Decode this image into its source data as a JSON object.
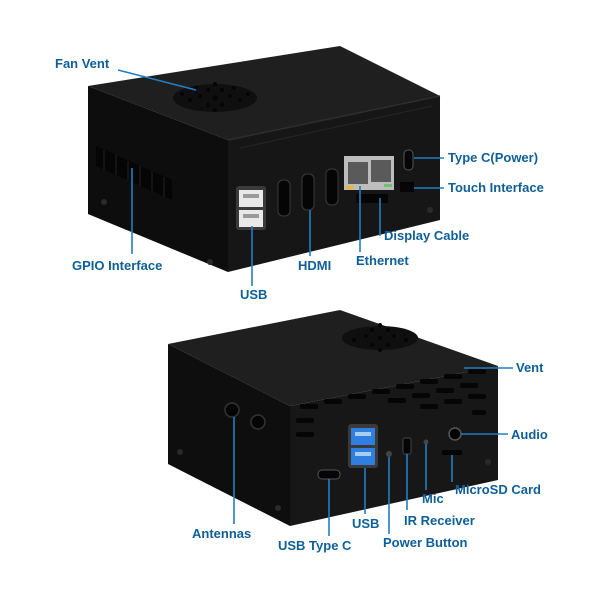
{
  "colors": {
    "label": "#0f5f97",
    "leader": "#1f7fc4",
    "case_top": "#1d1d1d",
    "case_side": "#0b0b0b",
    "case_front": "#151515",
    "usb_blue": "#2f7fe0",
    "ethernet": "#cfcfcf",
    "background": "#ffffff"
  },
  "labels": {
    "fan_vent": "Fan Vent",
    "type_c_power": "Type C(Power)",
    "touch_interface": "Touch Interface",
    "display_cable": "Display Cable",
    "ethernet": "Ethernet",
    "hdmi": "HDMI",
    "gpio_interface": "GPIO Interface",
    "usb_top": "USB",
    "vent": "Vent",
    "audio": "Audio",
    "microsd_card": "MicroSD Card",
    "mic": "Mic",
    "ir_receiver": "IR Receiver",
    "power_button": "Power Button",
    "usb_bottom": "USB",
    "usb_type_c": "USB Type C",
    "antennas": "Antennas"
  }
}
